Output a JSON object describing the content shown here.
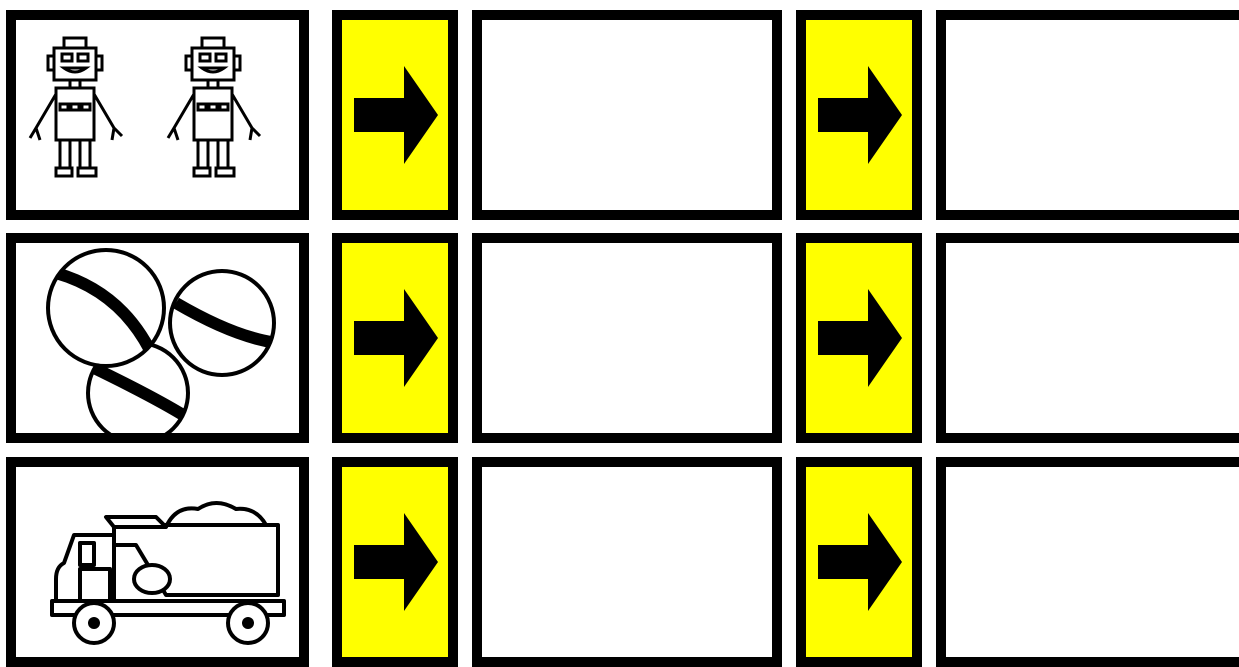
{
  "worksheet": {
    "rows": [
      {
        "picture": "robots-icon",
        "count": 2
      },
      {
        "picture": "balls-icon",
        "count": 3
      },
      {
        "picture": "dump-truck-icon",
        "count": 1
      }
    ],
    "arrow_icon": "right-arrow-icon",
    "colors": {
      "arrow_panel": "#ffff00",
      "border": "#000000",
      "background": "#ffffff"
    }
  }
}
